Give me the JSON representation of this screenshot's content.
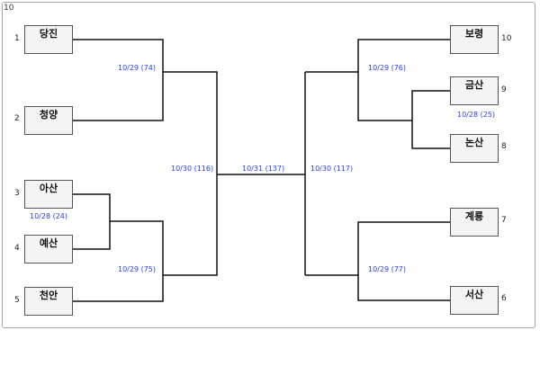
{
  "frame_label": "10",
  "bracket_color": "#111111",
  "date_color": "#2b3ee0",
  "teams": [
    {
      "key": "dangjin",
      "name": "당진",
      "sub": "",
      "seed": "1"
    },
    {
      "key": "cheongyang",
      "name": "청양",
      "sub": "",
      "seed": "2"
    },
    {
      "key": "asan",
      "name": "아산",
      "sub": "",
      "seed": "3"
    },
    {
      "key": "yesan",
      "name": "예산",
      "sub": "",
      "seed": "4"
    },
    {
      "key": "cheonan",
      "name": "천안",
      "sub": "",
      "seed": "5"
    },
    {
      "key": "boryeong",
      "name": "보령",
      "sub": "",
      "seed": "10"
    },
    {
      "key": "geumsan",
      "name": "금산",
      "sub": "",
      "seed": "9"
    },
    {
      "key": "nonsan",
      "name": "논산",
      "sub": "",
      "seed": "8"
    },
    {
      "key": "gyeryong",
      "name": "계룡",
      "sub": "",
      "seed": "7"
    },
    {
      "key": "seosan",
      "name": "서산",
      "sub": "",
      "seed": "6"
    }
  ],
  "matches": [
    {
      "key": "left-r1-top",
      "label": "10/29 (74)"
    },
    {
      "key": "left-pre",
      "label": "10/28 (24)"
    },
    {
      "key": "left-r1-bottom",
      "label": "10/29 (75)"
    },
    {
      "key": "left-semi",
      "label": "10/30 (116)"
    },
    {
      "key": "final",
      "label": "10/31 (137)"
    },
    {
      "key": "right-semi",
      "label": "10/30 (117)"
    },
    {
      "key": "right-r1-top",
      "label": "10/29 (76)"
    },
    {
      "key": "right-pre",
      "label": "10/28 (25)"
    },
    {
      "key": "right-r1-bottom",
      "label": "10/29 (77)"
    }
  ]
}
